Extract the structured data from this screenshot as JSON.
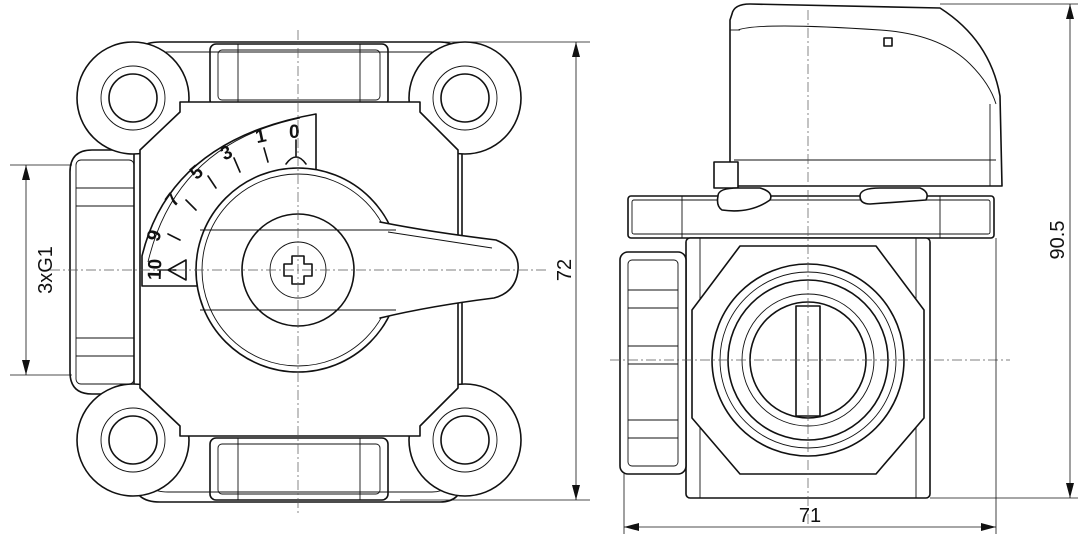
{
  "dimensions": {
    "height_front": "72",
    "height_side": "90.5",
    "width_side": "71",
    "thread": "3xG1"
  },
  "scale": [
    "0",
    "1",
    "3",
    "5",
    "7",
    "9",
    "10"
  ]
}
